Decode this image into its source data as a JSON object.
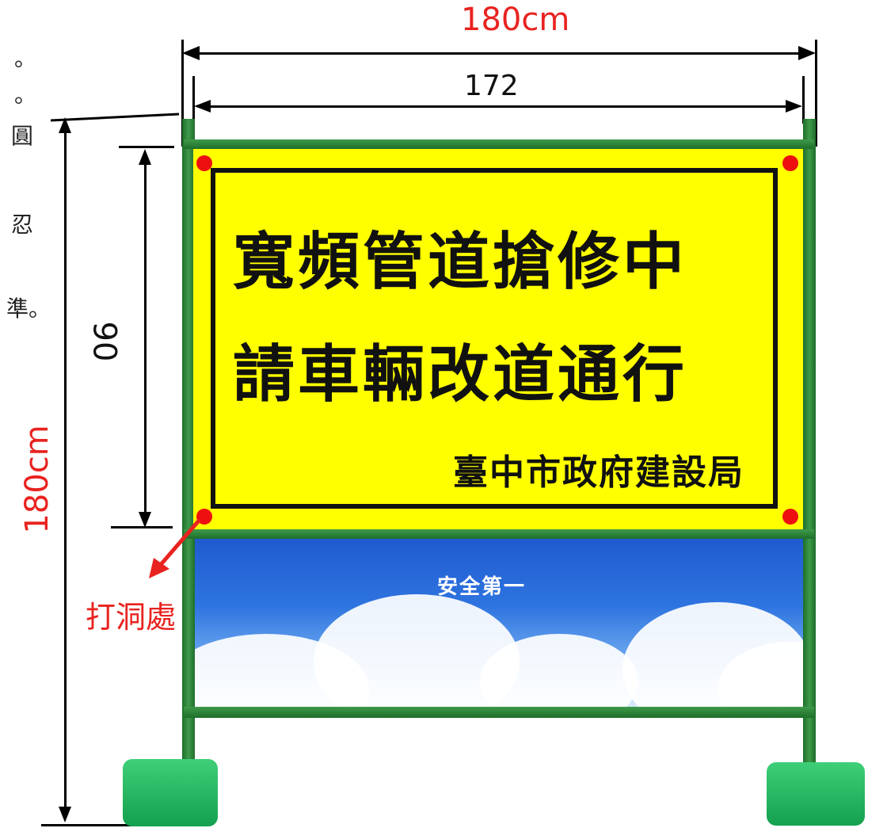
{
  "dimensions": {
    "outer_width": "180cm",
    "inner_width": "172",
    "sign_height": "90",
    "total_height": "180cm"
  },
  "sign": {
    "line1": "寬頻管道搶修中",
    "line2": "請車輛改道通行",
    "agency": "臺中市政府建設局"
  },
  "banner": {
    "slogan": "安全第一"
  },
  "annotation": {
    "hole_label": "打洞處"
  },
  "cropped_text": [
    "。",
    "。",
    "圓",
    "忍",
    "準。"
  ],
  "colors": {
    "dimension_red": "#e8231f",
    "sign_yellow": "#ffff00",
    "frame_green": "#2e8a3c",
    "hole_dot": "#ee1010"
  }
}
